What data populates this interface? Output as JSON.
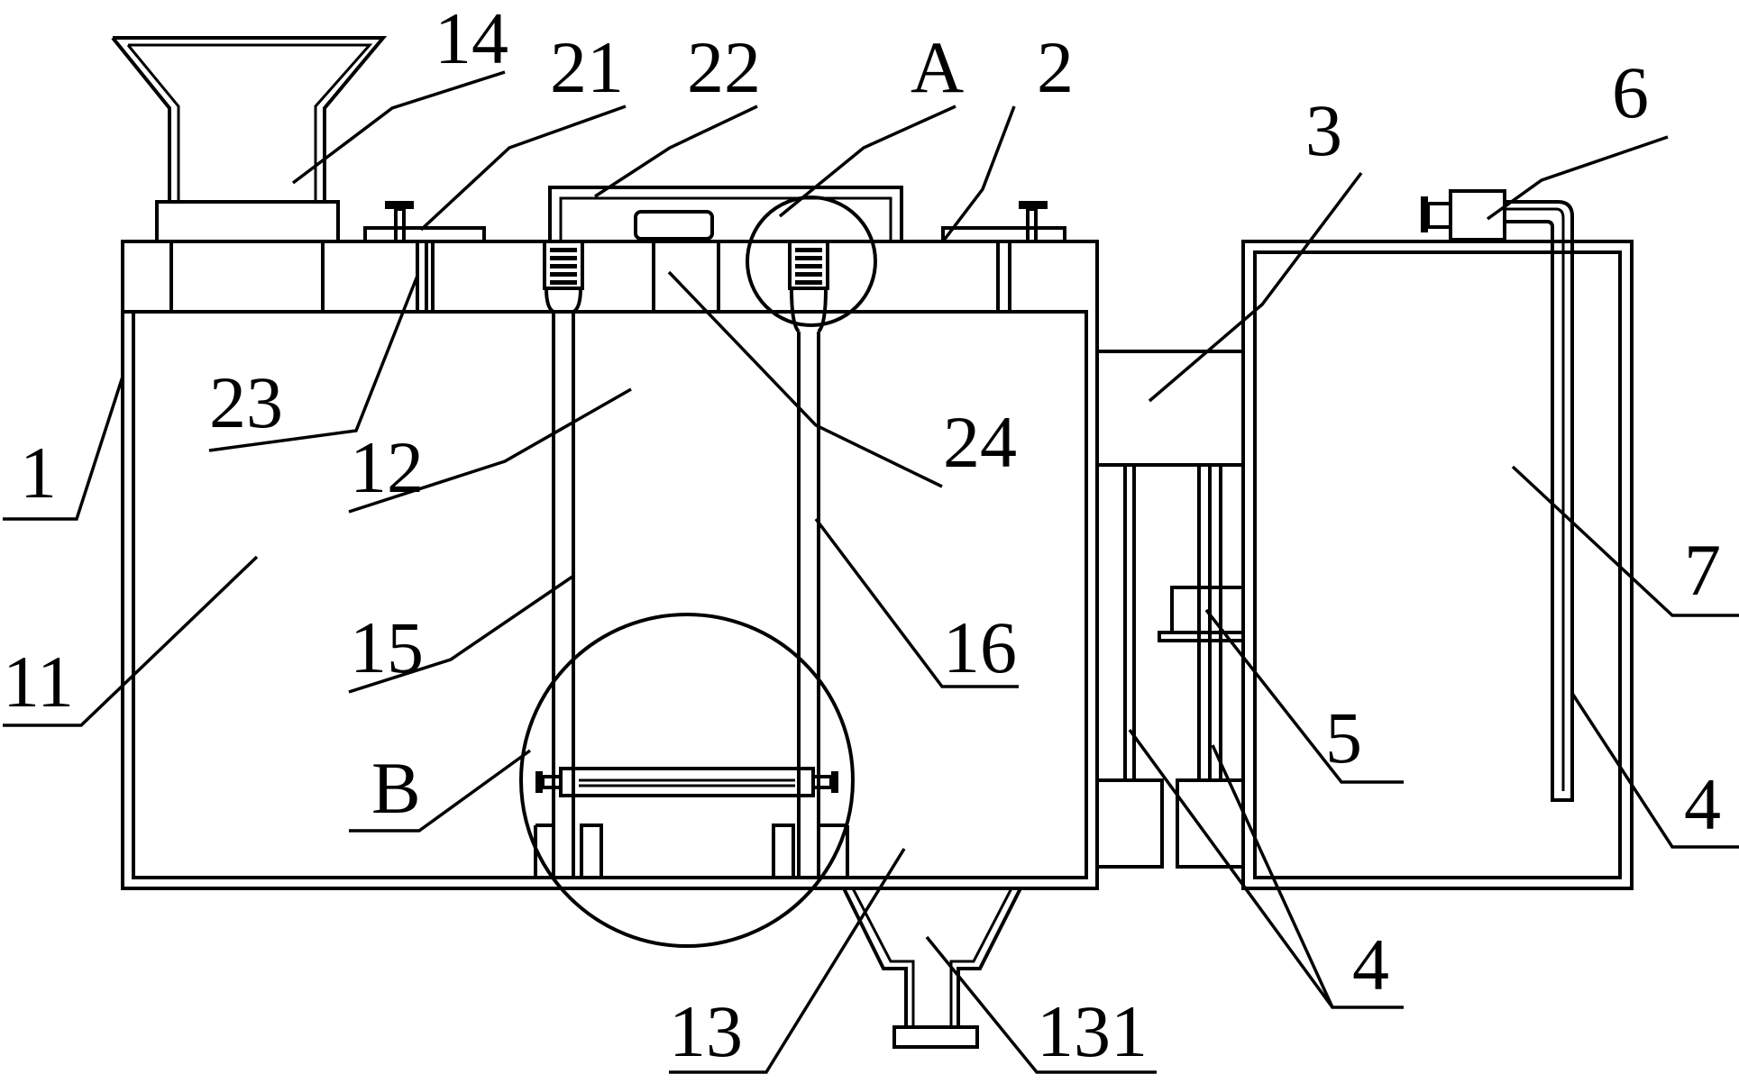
{
  "labels": {
    "l14": "14",
    "l21": "21",
    "l22": "22",
    "lA": "A",
    "l2": "2",
    "l6": "6",
    "l3": "3",
    "l1": "1",
    "l23": "23",
    "l12": "12",
    "l24": "24",
    "l7": "7",
    "l11": "11",
    "l15": "15",
    "l16": "16",
    "l5": "5",
    "l4a": "4",
    "lB": "B",
    "l4b": "4",
    "l13": "13",
    "l131": "131"
  }
}
